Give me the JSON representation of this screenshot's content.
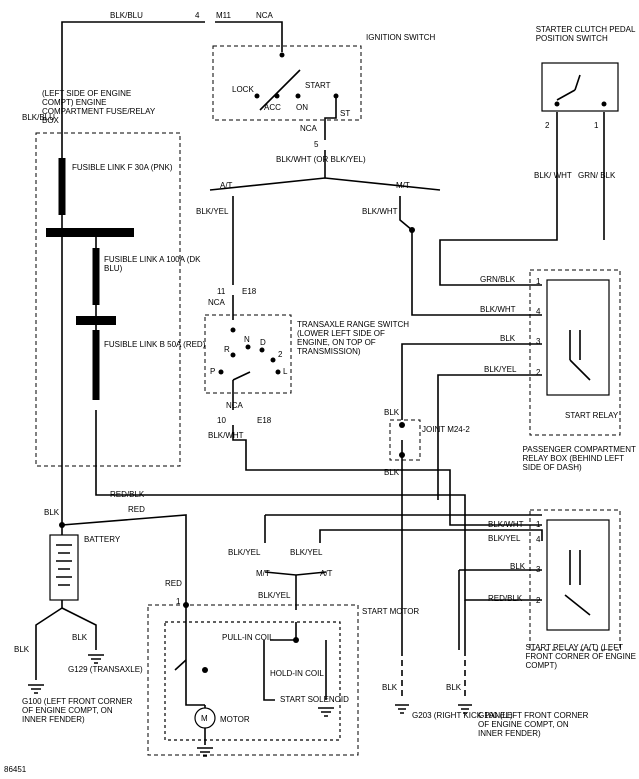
{
  "figure_number": "86451",
  "labels": {
    "blk_blu_top": "BLK/BLU",
    "m11_conn": "M11",
    "pin4_top": "4",
    "nca_top": "NCA",
    "ignition_switch": "IGNITION SWITCH",
    "ign_lock": "LOCK",
    "ign_acc": "ACC",
    "ign_on": "ON",
    "ign_start": "START",
    "ign_st": "ST",
    "nca_ign": "NCA",
    "pin5": "5",
    "blk_wht_or": "BLK/WHT (OR BLK/YEL)",
    "at_left": "A/T",
    "mt_left": "M/T",
    "blk_yel_left": "BLK/YEL",
    "blk_wht_mid": "BLK/WHT",
    "fuse_box_title": "(LEFT SIDE OF ENGINE COMPT) ENGINE COMPARTMENT FUSE/RELAY BOX",
    "blk_blu_left": "BLK/BLU",
    "fusible_f": "FUSIBLE LINK F 30A (PNK)",
    "fusible_a": "FUSIBLE LINK A 100A (DK BLU)",
    "fusible_b": "FUSIBLE LINK B 50A (RED)",
    "pin11": "11",
    "e18_top": "E18",
    "nca_tr": "NCA",
    "tr_switch": "TRANSAXLE RANGE SWITCH (LOWER LEFT SIDE OF ENGINE, ON TOP OF TRANSMISSION)",
    "tr_r": "R",
    "tr_n": "N",
    "tr_d": "D",
    "tr_2": "2",
    "tr_p": "P",
    "tr_l": "L",
    "nca_tr_low": "NCA",
    "pin10": "10",
    "e18_bot": "E18",
    "blk_wht_tr": "BLK/WHT",
    "starter_clutch": "STARTER CLUTCH PEDAL POSITION SWITCH",
    "scp_pin2": "2",
    "scp_pin1": "1",
    "scp_blk_wht": "BLK/ WHT",
    "scp_grn_blk": "GRN/ BLK",
    "sr_grn_blk": "GRN/BLK",
    "sr_blk_wht": "BLK/WHT",
    "sr_blk": "BLK",
    "sr_blk_yel": "BLK/YEL",
    "sr_p1": "1",
    "sr_p4": "4",
    "sr_p3": "3",
    "sr_p2": "2",
    "start_relay": "START RELAY",
    "relay_box": "PASSENGER COMPARTMENT RELAY BOX (BEHIND LEFT SIDE OF DASH)",
    "joint_blk_top": "BLK",
    "joint": "JOINT M24-2",
    "joint_blk_bot": "BLK",
    "red_blk": "RED/BLK",
    "blk_batt": "BLK",
    "red_batt": "RED",
    "battery": "BATTERY",
    "blk_g129": "BLK",
    "g129": "G129 (TRANSAXLE)",
    "blk_g100l": "BLK",
    "g100_left": "G100 (LEFT FRONT CORNER OF ENGINE COMPT, ON INNER FENDER)",
    "red_motor": "RED",
    "pin1_motor": "1",
    "sm_blk_yel_l": "BLK/YEL",
    "sm_blk_yel_r": "BLK/YEL",
    "sm_mt": "M/T",
    "sm_at": "A/T",
    "sm_blk_yel_in": "BLK/YEL",
    "start_motor": "START MOTOR",
    "pull_in": "PULL-IN COIL",
    "hold_in": "HOLD-IN COIL",
    "start_solenoid": "START SOLENOID",
    "motor": "MOTOR",
    "motor_symbol": "M",
    "ra_blk_wht": "BLK/WHT",
    "ra_blk_yel": "BLK/YEL",
    "ra_blk": "BLK",
    "ra_red_blk": "RED/BLK",
    "ra_p1": "1",
    "ra_p4": "4",
    "ra_p3": "3",
    "ra_p2": "2",
    "start_relay_at": "START RELAY (A/T) (LEFT FRONT CORNER OF ENGINE COMPT)",
    "blk_g203": "BLK",
    "g203": "G203 (RIGHT KICK PANEL)",
    "blk_g100r": "BLK",
    "g100_right": "G100 (LEFT FRONT CORNER OF ENGINE COMPT, ON INNER FENDER)",
    "red_top": "RED"
  }
}
